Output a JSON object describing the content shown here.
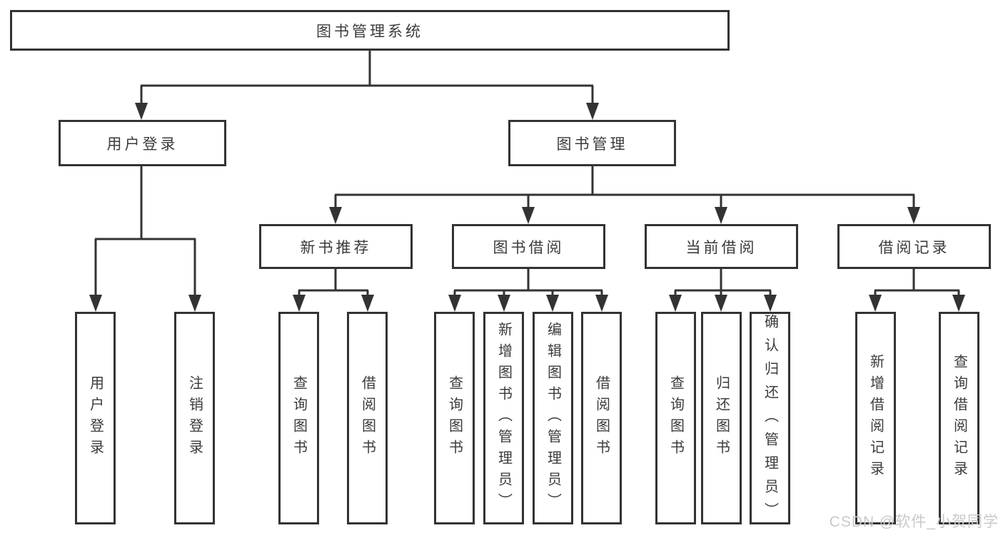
{
  "diagram": {
    "root": {
      "label": "图书管理系统"
    },
    "children": [
      {
        "label": "用户登录",
        "children": [
          {
            "label": "用户登录"
          },
          {
            "label": "注销登录"
          }
        ]
      },
      {
        "label": "图书管理",
        "children": [
          {
            "label": "新书推荐",
            "children": [
              {
                "label": "查询图书"
              },
              {
                "label": "借阅图书"
              }
            ]
          },
          {
            "label": "图书借阅",
            "children": [
              {
                "label": "查询图书"
              },
              {
                "label": "新增图书（管理员）"
              },
              {
                "label": "编辑图书（管理员）"
              },
              {
                "label": "借阅图书"
              }
            ]
          },
          {
            "label": "当前借阅",
            "children": [
              {
                "label": "查询图书"
              },
              {
                "label": "归还图书"
              },
              {
                "label": "确认归还（管理员）"
              }
            ]
          },
          {
            "label": "借阅记录",
            "children": [
              {
                "label": "新增借阅记录"
              },
              {
                "label": "查询借阅记录"
              }
            ]
          }
        ]
      }
    ]
  },
  "watermark": {
    "text": "CSDN @软件_小贺同学"
  },
  "colors": {
    "line": "#333333",
    "box_border": "#333333",
    "text": "#3b3b3b",
    "background": "#ffffff",
    "watermark_text": "#c9c9c9"
  }
}
